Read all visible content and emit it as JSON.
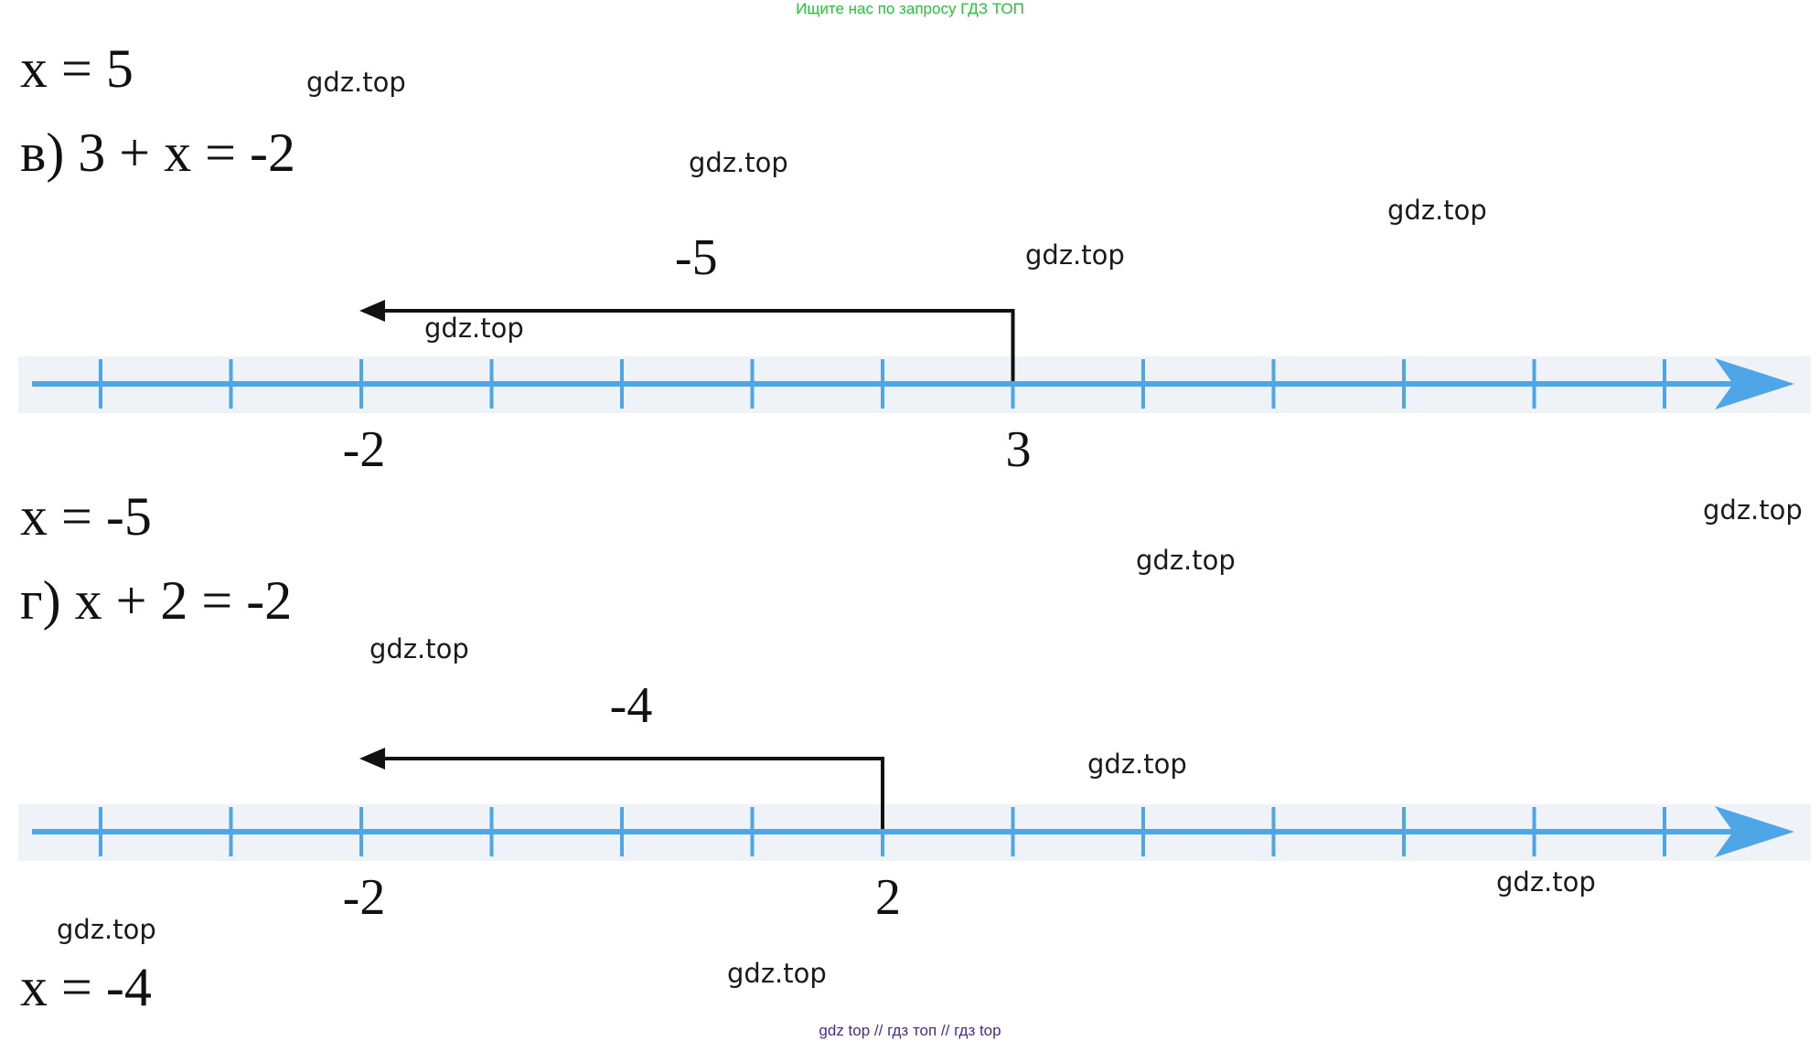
{
  "header_note": "Ищите нас по запросу ГДЗ ТОП",
  "footer_note": "gdz top  //  гдз топ  //  гдз top",
  "lines": {
    "x_eq_5": "x = 5",
    "task_v": "в) 3 + x = -2",
    "x_eq_m5": "x = -5",
    "task_g": "г) x + 2 = -2",
    "x_eq_m4": "x = -4"
  },
  "watermark": "gdz.top",
  "colors": {
    "axis": "#4ea6e6",
    "axis_band": "#e9edf3",
    "arrow": "#111111",
    "header": "#27c23c",
    "footer": "#4b2a8c"
  },
  "number_lines": [
    {
      "id": "v",
      "labels": [
        {
          "text": "-2",
          "value": -2
        },
        {
          "text": "3",
          "value": 3
        }
      ],
      "shift": {
        "from": 3,
        "to": -2,
        "label": "-5"
      }
    },
    {
      "id": "g",
      "labels": [
        {
          "text": "-2",
          "value": -2
        },
        {
          "text": "2",
          "value": 2
        }
      ],
      "shift": {
        "from": 2,
        "to": -2,
        "label": "-4"
      }
    }
  ]
}
